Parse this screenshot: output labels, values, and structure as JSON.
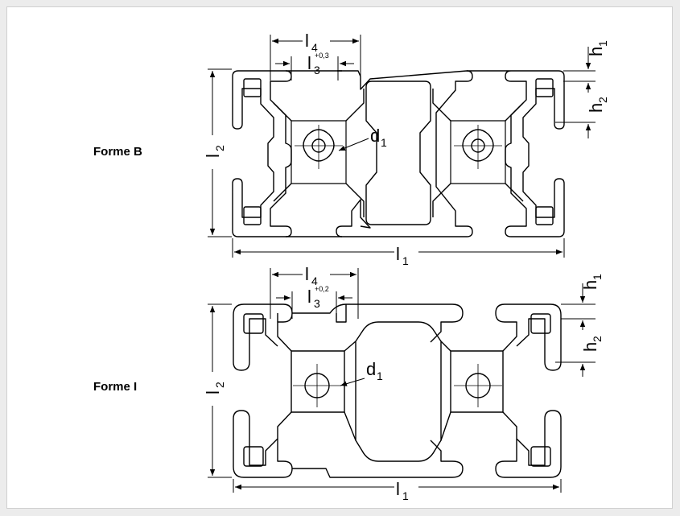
{
  "forms": [
    {
      "label": "Forme B",
      "dims": {
        "l1": {
          "main": "l",
          "sub": "1"
        },
        "l2": {
          "main": "l",
          "sub": "2"
        },
        "l3": {
          "main": "l",
          "sub": "3",
          "tol": "+0,3"
        },
        "l4": {
          "main": "l",
          "sub": "4"
        },
        "h1": {
          "main": "h",
          "sub": "1"
        },
        "h2": {
          "main": "h",
          "sub": "2"
        },
        "d1": {
          "main": "d",
          "sub": "1"
        }
      }
    },
    {
      "label": "Forme I",
      "dims": {
        "l1": {
          "main": "l",
          "sub": "1"
        },
        "l2": {
          "main": "l",
          "sub": "2"
        },
        "l3": {
          "main": "l",
          "sub": "3",
          "tol": "+0,2"
        },
        "l4": {
          "main": "l",
          "sub": "4"
        },
        "h1": {
          "main": "h",
          "sub": "1"
        },
        "h2": {
          "main": "h",
          "sub": "2"
        },
        "d1": {
          "main": "d",
          "sub": "1"
        }
      }
    }
  ],
  "colors": {
    "stroke": "#000000",
    "background": "#ffffff",
    "page": "#ececec"
  }
}
